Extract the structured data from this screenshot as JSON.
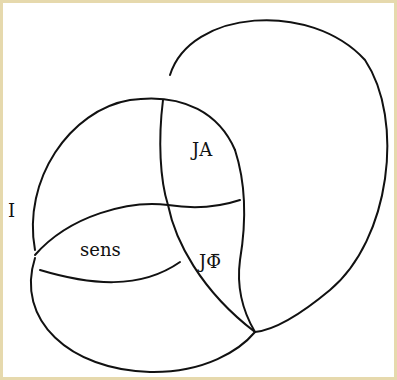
{
  "diagram": {
    "nodes": [
      {
        "text": [
          "JA"
        ]
      },
      {
        "text": [
          "sens"
        ]
      },
      {
        "text": [
          "JΦ̄"
        ]
      }
    ],
    "labels": [
      "I"
    ]
  }
}
